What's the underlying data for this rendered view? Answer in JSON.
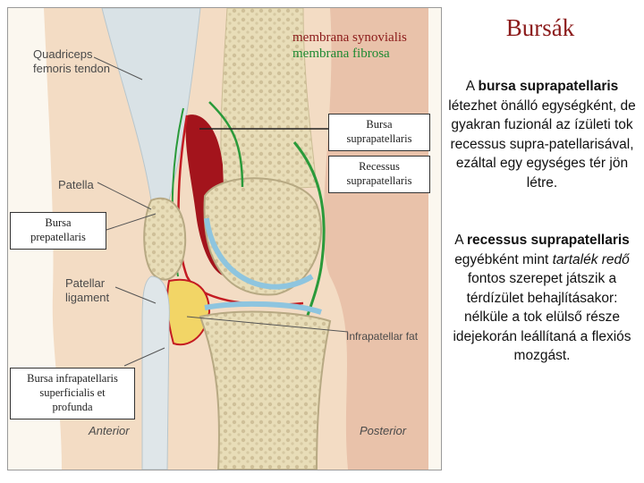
{
  "title": "Bursák",
  "figure": {
    "legend": {
      "synovialis": "membrana synovialis",
      "fibrosa": "membrana fibrosa"
    },
    "labels": {
      "quadriceps_line1": "Quadriceps",
      "quadriceps_line2": "femoris tendon",
      "patella": "Patella",
      "patellar_lig_line1": "Patellar",
      "patellar_lig_line2": "ligament",
      "infrapatellar_fat": "Infrapatellar fat",
      "anterior": "Anterior",
      "posterior": "Posterior"
    },
    "boxes": {
      "suprapatellaris_line1": "Bursa",
      "suprapatellaris_line2": "suprapatellaris",
      "recessus_line1": "Recessus",
      "recessus_line2": "suprapatellaris",
      "prepatellaris_line1": "Bursa",
      "prepatellaris_line2": "prepatellaris",
      "infrapatellaris_line1": "Bursa infrapatellaris",
      "infrapatellaris_line2": "superficialis et",
      "infrapatellaris_line3": "profunda"
    },
    "colors": {
      "synovialis": "#8b1a1a",
      "fibrosa": "#1e8a32"
    }
  },
  "text": {
    "p1": {
      "pre": "A ",
      "bold": "bursa suprapatellaris",
      "rest": " létezhet önálló egységként, de gyakran fuzionál az ízületi tok recessus supra-patellarisával, ezáltal egy egységes tér jön létre."
    },
    "p2": {
      "pre": "A ",
      "bold": "recessus suprapatellaris",
      "mid": " egyébként mint ",
      "italic": "tartalék redő",
      "rest": " fontos szerepet játszik a térdízület behajlításakor: nélküle a tok elülső része idejekorán leállítaná a flexiós mozgást."
    }
  }
}
